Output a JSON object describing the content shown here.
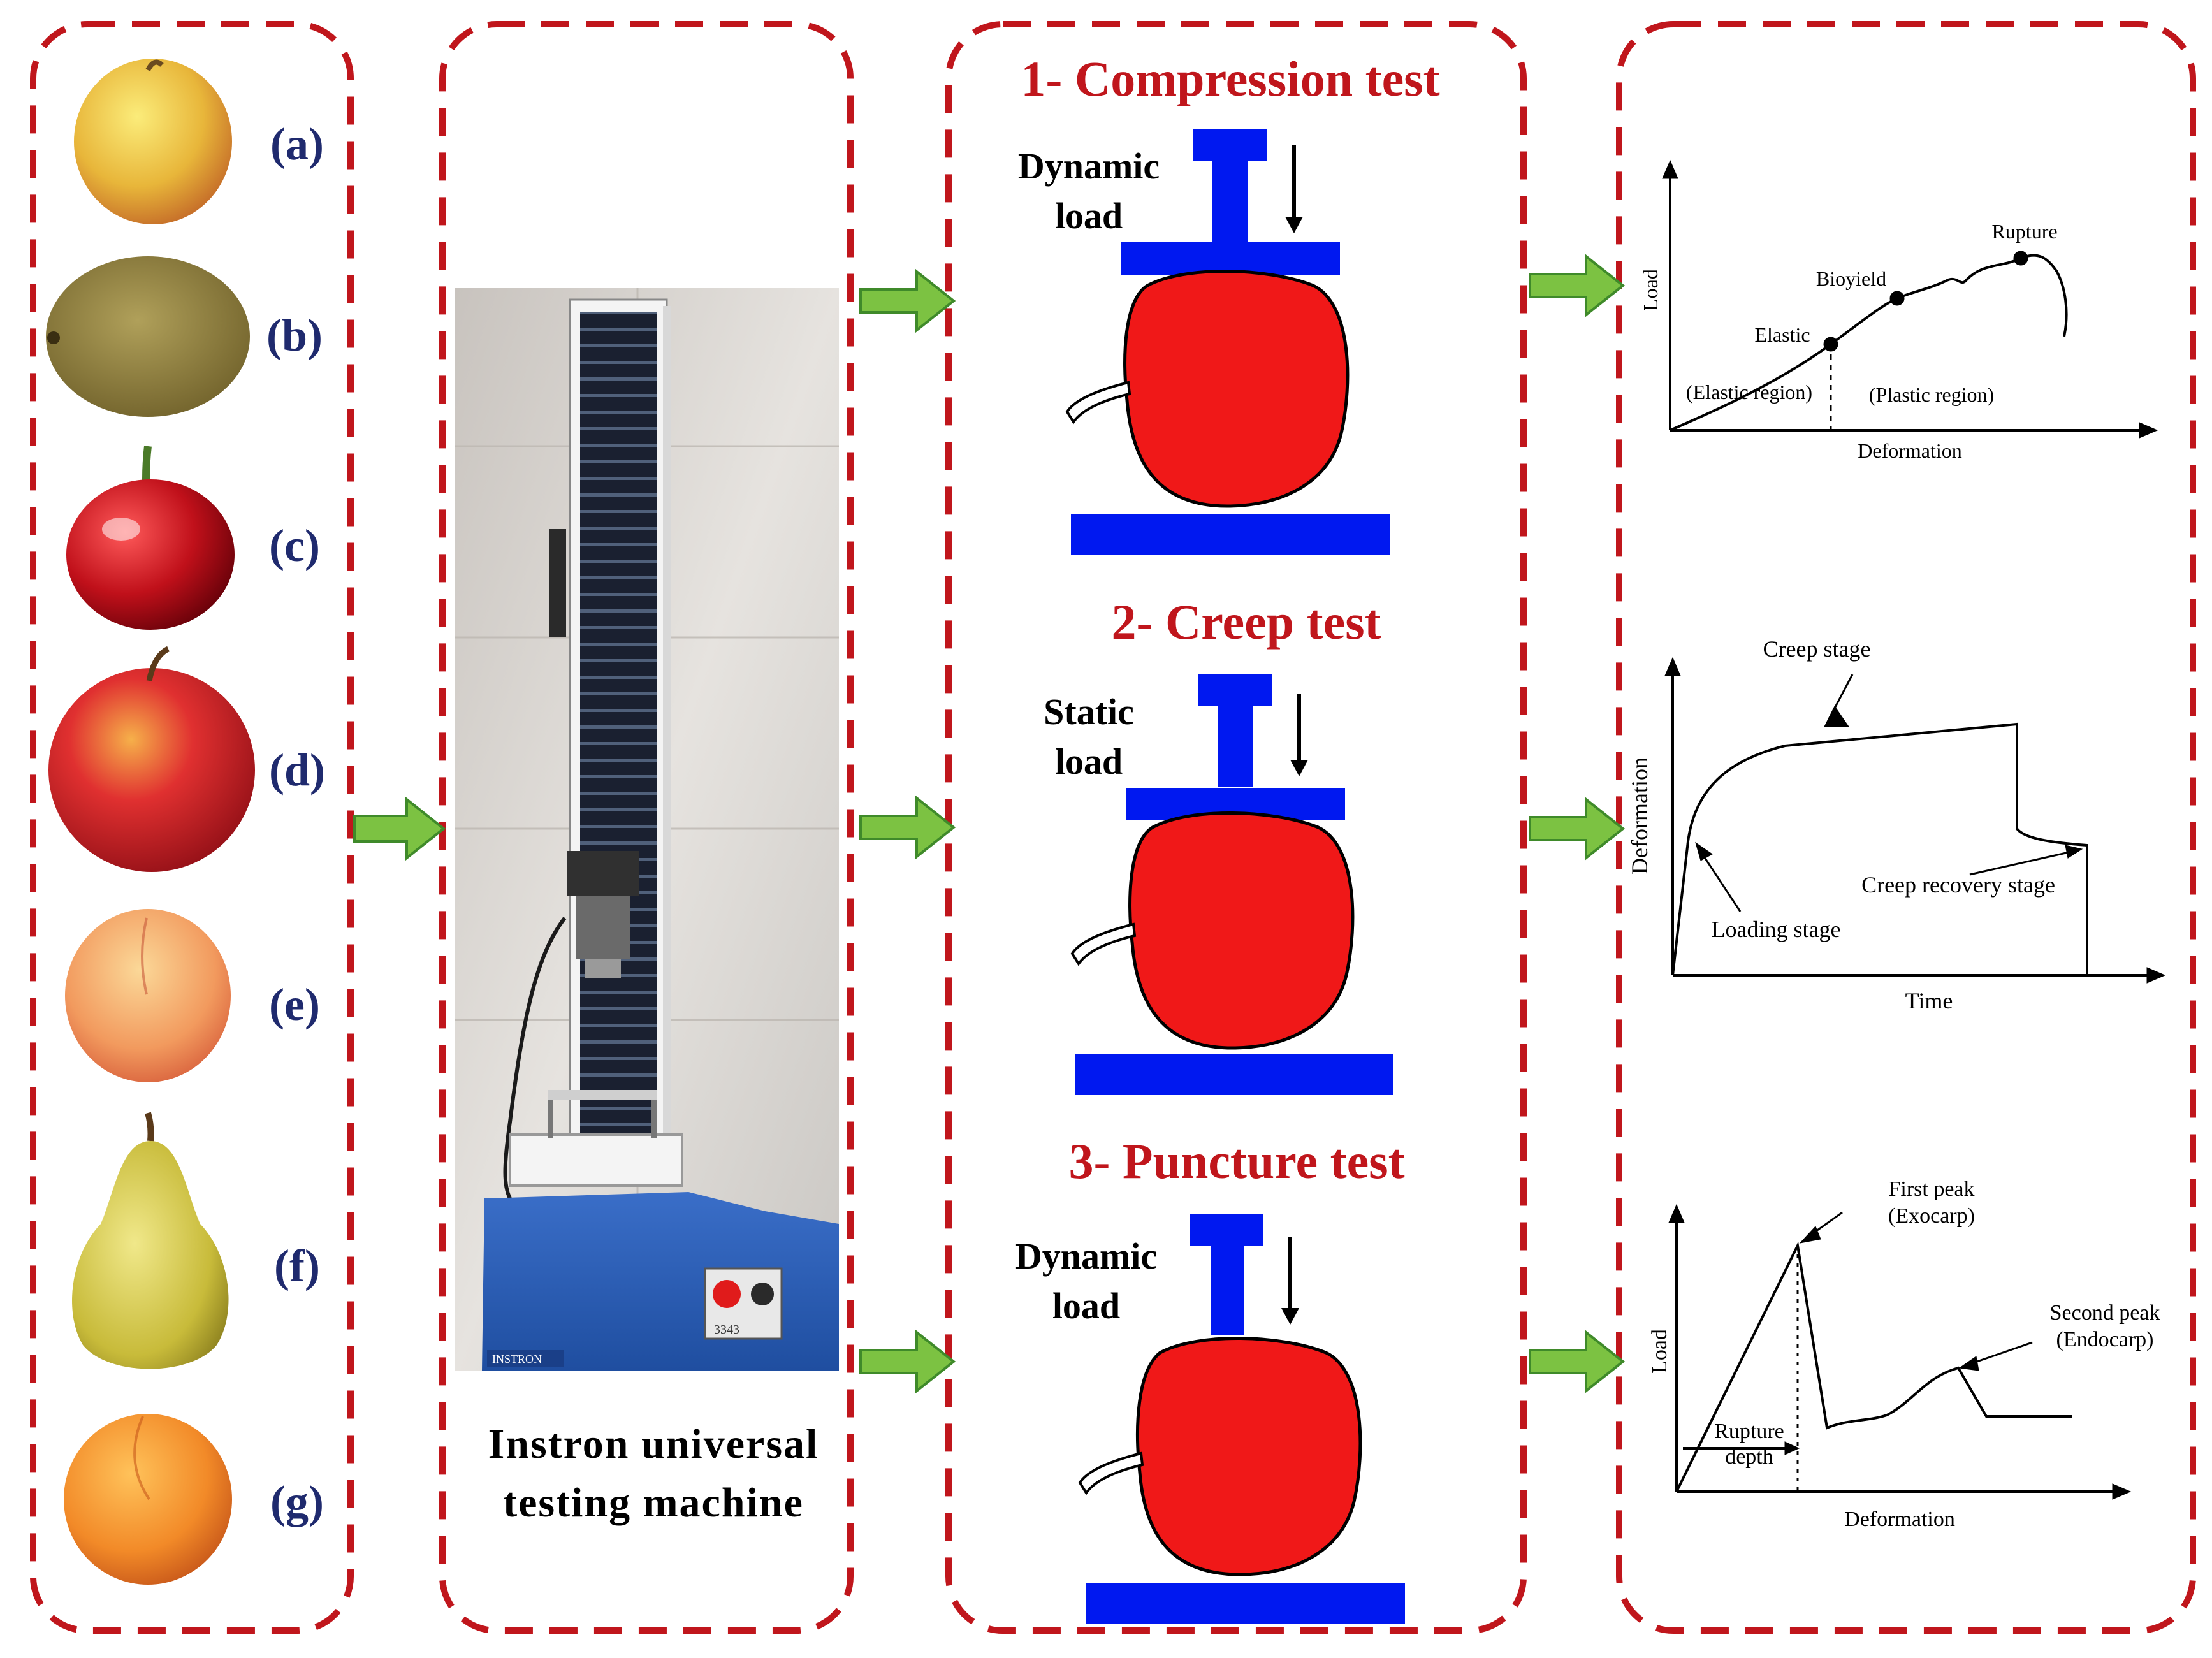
{
  "fruits": [
    {
      "label": "(a)",
      "name": "apple-yellow",
      "color": "#e9c842"
    },
    {
      "label": "(b)",
      "name": "kiwi",
      "color": "#8a7a3a"
    },
    {
      "label": "(c)",
      "name": "cherry",
      "color": "#b31018"
    },
    {
      "label": "(d)",
      "name": "apple-red",
      "color": "#c8202a"
    },
    {
      "label": "(e)",
      "name": "peach",
      "color": "#f0a060"
    },
    {
      "label": "(f)",
      "name": "pear",
      "color": "#c9c040"
    },
    {
      "label": "(g)",
      "name": "apricot",
      "color": "#f09030"
    }
  ],
  "machine": {
    "caption_line1": "Instron universal",
    "caption_line2": "testing machine",
    "control_text": "3343",
    "brand_text": "INSTRON"
  },
  "tests": [
    {
      "title": "1- Compression test",
      "load_line1": "Dynamic",
      "load_line2": "load"
    },
    {
      "title": "2- Creep test",
      "load_line1": "Static",
      "load_line2": "load"
    },
    {
      "title": "3- Puncture test",
      "load_line1": "Dynamic",
      "load_line2": "load"
    }
  ],
  "graphs": {
    "compression": {
      "xlabel": "Deformation",
      "ylabel": "Load",
      "points": [
        "Elastic",
        "Bioyield",
        "Rupture"
      ],
      "regions": [
        "(Elastic region)",
        "(Plastic region)"
      ]
    },
    "creep": {
      "xlabel": "Time",
      "ylabel": "Deformation",
      "annotations": [
        "Creep stage",
        "Loading stage",
        "Creep recovery stage"
      ]
    },
    "puncture": {
      "xlabel": "Deformation",
      "ylabel": "Load",
      "first_peak": [
        "First peak",
        "(Exocarp)"
      ],
      "second_peak": [
        "Second peak",
        "(Endocarp)"
      ],
      "rupture_depth": [
        "Rupture",
        "depth"
      ]
    }
  },
  "colors": {
    "frame": "#c0161c",
    "title": "#c0161c",
    "label": "#1f2a6e",
    "press": "#0018f0",
    "fruit": "#f01818",
    "arrow": "#7cc242",
    "arrow_outline": "#3f8a2a"
  }
}
